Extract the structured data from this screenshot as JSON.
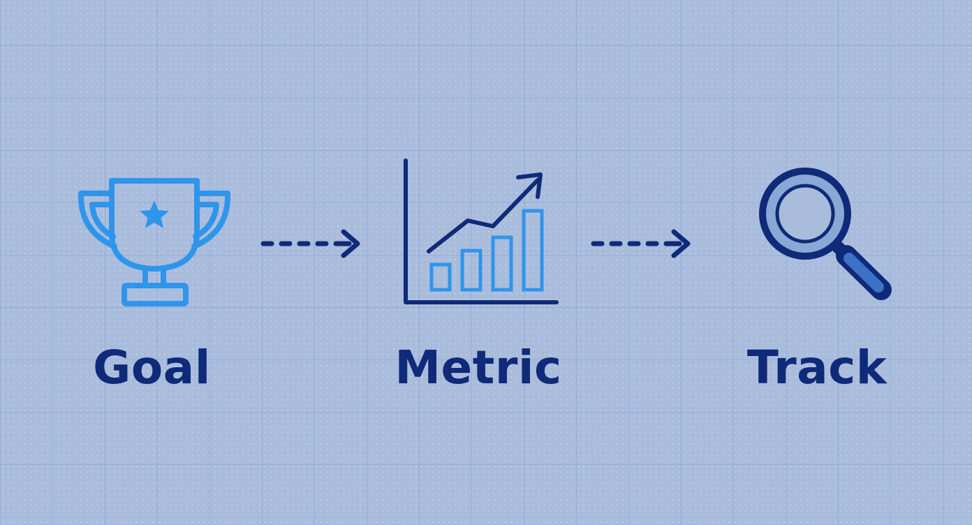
{
  "flow": {
    "steps": [
      {
        "label": "Goal",
        "icon": "trophy-icon"
      },
      {
        "label": "Metric",
        "icon": "growth-chart-icon"
      },
      {
        "label": "Track",
        "icon": "magnifying-glass-icon"
      }
    ],
    "connectors": [
      {
        "icon": "dashed-arrow-icon"
      },
      {
        "icon": "dashed-arrow-icon"
      }
    ]
  },
  "colors": {
    "background": "#a9bcdc",
    "grid_line": "#82a0d7",
    "navy": "#0f2a78",
    "accent_blue": "#2f95ea",
    "lens_fill": "#8aa8d6"
  }
}
